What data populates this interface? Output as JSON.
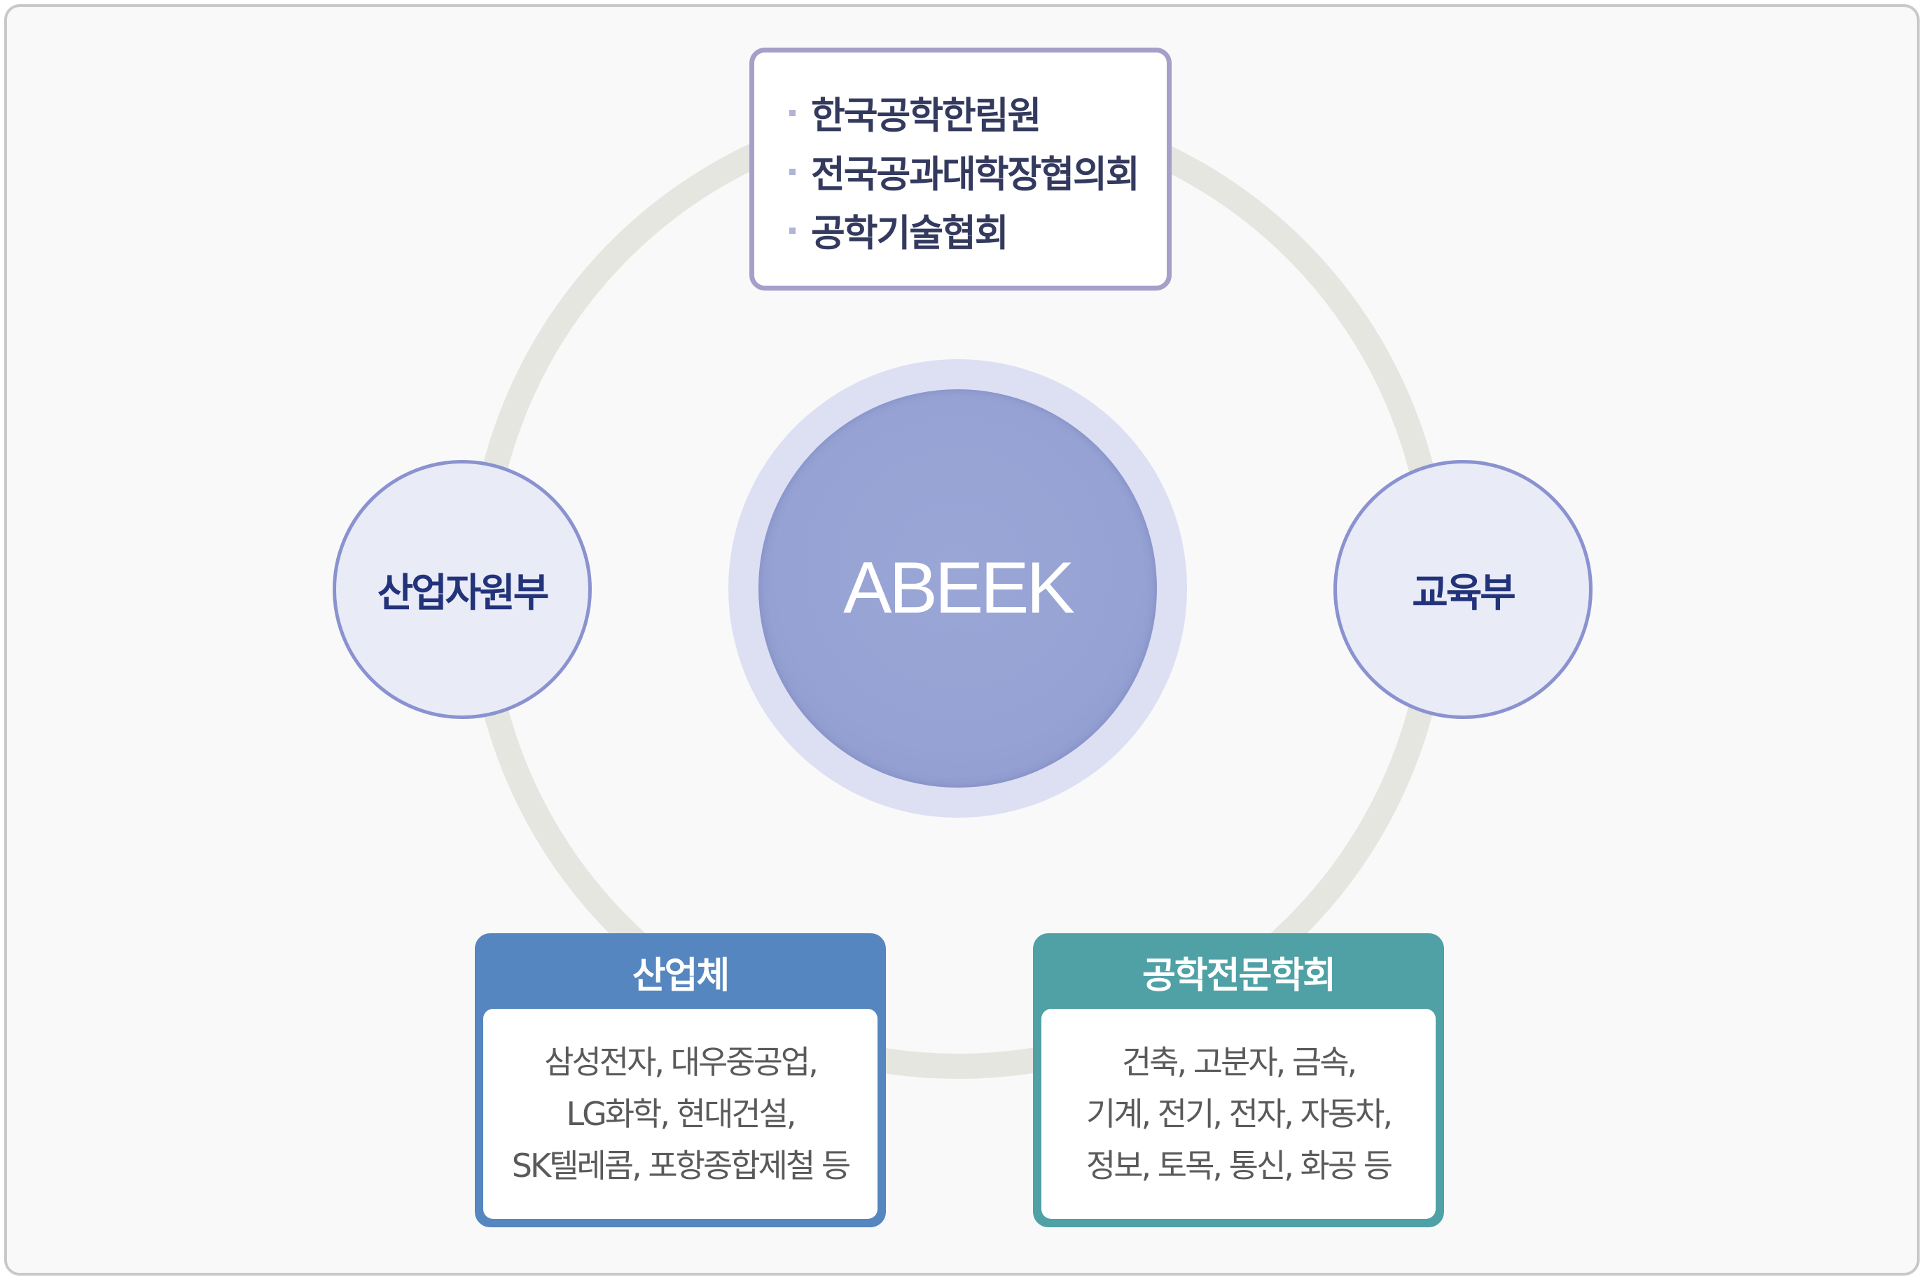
{
  "center": {
    "label": "ABEEK"
  },
  "top_box": {
    "items": [
      "한국공학한림원",
      "전국공과대학장협의회",
      "공학기술협회"
    ]
  },
  "left_node": {
    "label": "산업자원부"
  },
  "right_node": {
    "label": "교육부"
  },
  "industry_panel": {
    "title": "산업체",
    "lines": [
      "삼성전자, 대우중공업,",
      "LG화학, 현대건설,",
      "SK텔레콤, 포항종합제철 등"
    ]
  },
  "society_panel": {
    "title": "공학전문학회",
    "lines": [
      "건축, 고분자, 금속,",
      "기계, 전기, 전자, 자동차,",
      "정보, 토목, 통신, 화공 등"
    ]
  },
  "colors": {
    "ring": "#e5e6e0",
    "center": "#96a2d3",
    "halo": "#dde0f3",
    "side_border": "#8a92d0",
    "top_border": "#a59fc9",
    "industry": "#5586bf",
    "society": "#4fa1a6"
  }
}
